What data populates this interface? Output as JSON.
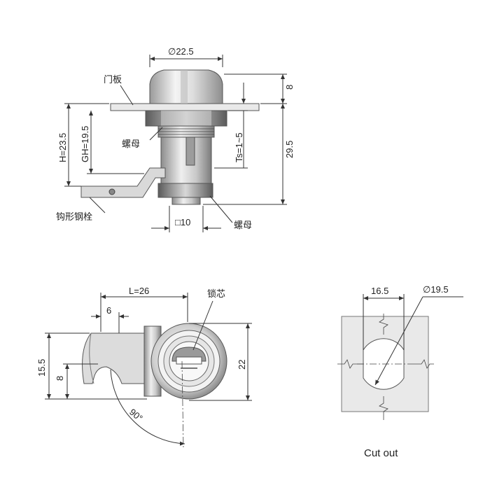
{
  "top_view": {
    "diameter_label": "∅22.5",
    "panel_label": "门板",
    "nut_label_upper": "螺母",
    "height_label": "H=23.5",
    "gh_label": "GH=19.5",
    "ts_label": "Ts=1~5",
    "thickness_label": "8",
    "overall_label": "29.5",
    "square_label": "□10",
    "nut_label_lower": "螺母",
    "cam_label": "钩形钢栓"
  },
  "front_view": {
    "length_label": "L=26",
    "six_label": "6",
    "core_label": "锁芯",
    "height_155_label": "15.5",
    "height_8_label": "8",
    "height_22_label": "22",
    "angle_label": "90°"
  },
  "cutout_view": {
    "width_label": "16.5",
    "diameter_label": "∅19.5",
    "caption": "Cut out"
  },
  "colors": {
    "line": "#333333",
    "metal_light": "#e6e6e6",
    "metal_mid": "#b8b8b8",
    "metal_dark": "#8a8a8a",
    "panel": "#e9e9e9"
  }
}
